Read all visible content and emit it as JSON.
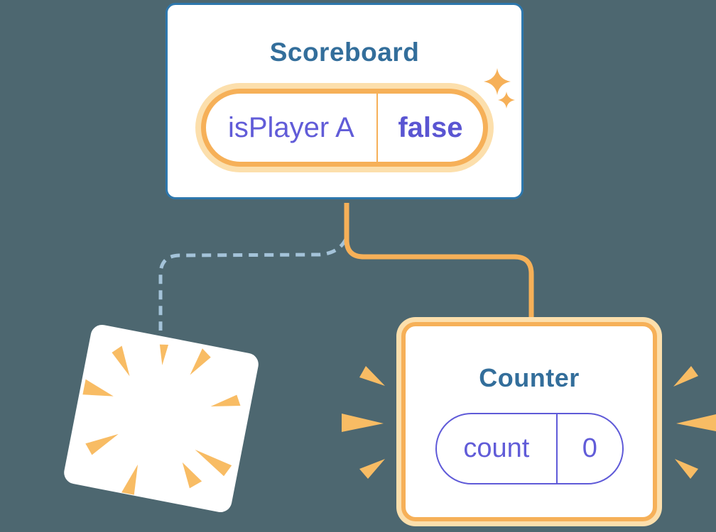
{
  "diagram": {
    "description": "Component tree state reset illustration",
    "scoreboard": {
      "title": "Scoreboard",
      "prop_name": "isPlayer A",
      "prop_value": "false"
    },
    "counter": {
      "title": "Counter",
      "state_name": "count",
      "state_value": "0"
    },
    "icons": {
      "sparkle": "sparkle-icon",
      "burst": "burst-icon"
    },
    "colors": {
      "background": "#4d6770",
      "card_border_blue": "#2d77ad",
      "title_blue": "#336e9b",
      "accent_orange": "#f6b058",
      "light_orange": "#fcdfac",
      "burst_orange": "#f8bc64",
      "pill_purple": "#615cd8",
      "pill_border_purple": "#5f5ad8",
      "dashed_line_blue": "#a4c3d9"
    }
  }
}
